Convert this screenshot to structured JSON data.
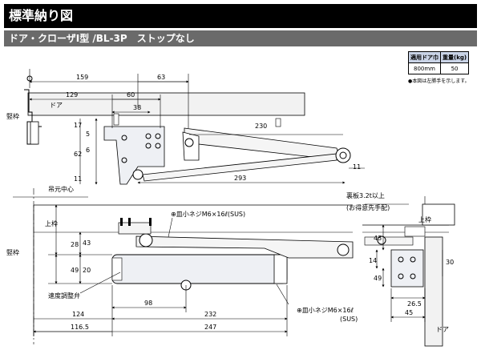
{
  "header": {
    "title": "標準納り図",
    "subtitle": "ドア・クローザⅠ型 /BL-3P　ストップなし"
  },
  "spec_table": {
    "headers": [
      "適用ドア巾",
      "重量(kg)"
    ],
    "row": [
      "800mm",
      "50"
    ],
    "note": "●本図は左勝手を示します。"
  },
  "top_view": {
    "dims": {
      "d159": "159",
      "d63": "63",
      "d129": "129",
      "d60": "60",
      "d38": "38",
      "d230": "230",
      "d293": "293",
      "d11r": "11",
      "d17": "17",
      "d5": "5",
      "d6": "6",
      "d62": "62",
      "d11l": "11"
    },
    "labels": {
      "door": "ドア",
      "frame": "竪枠"
    }
  },
  "front_view": {
    "labels": {
      "hanger_center": "吊元中心",
      "upper_frame": "上枠",
      "vertical_frame": "竪枠",
      "speed_valve": "速度調整弁",
      "screw_top": "⊕皿小ネジM6×16ℓ(SUS)",
      "screw_bottom": "⊕皿小ネジM6×16ℓ",
      "screw_bottom_sus": "(SUS)"
    },
    "dims": {
      "d28": "28",
      "d43": "43",
      "d49": "49",
      "d20": "20",
      "d98": "98",
      "d232": "232",
      "d124": "124",
      "d247": "247",
      "d116_5": "116.5"
    }
  },
  "side_view": {
    "labels": {
      "backing": "裏板3.2t以上",
      "backing_note": "(お得意先手配)",
      "upper_frame": "上枠",
      "door": "ドア"
    },
    "dims": {
      "d43": "43",
      "d14": "14",
      "d49": "49",
      "d26_5": "26.5",
      "d45": "45",
      "d30": "30"
    }
  }
}
